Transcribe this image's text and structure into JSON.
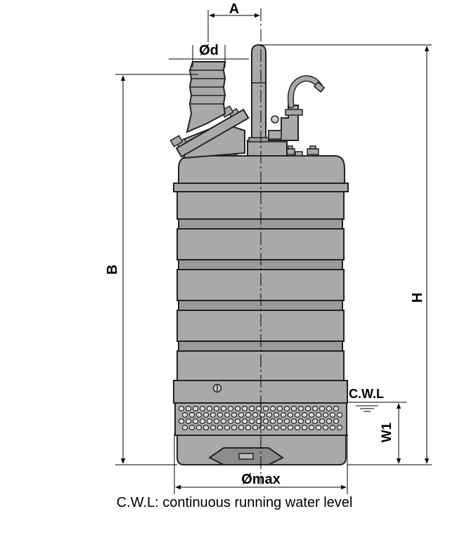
{
  "labels": {
    "A": "A",
    "d": "Ød",
    "B": "B",
    "H": "H",
    "cwl": "C.W.L",
    "w1": "W1",
    "dmax": "Ømax"
  },
  "note": "C.W.L: continuous running water level",
  "colors": {
    "body": "#a9a9a9",
    "body_dark": "#8c8c8c",
    "outline": "#222222"
  }
}
